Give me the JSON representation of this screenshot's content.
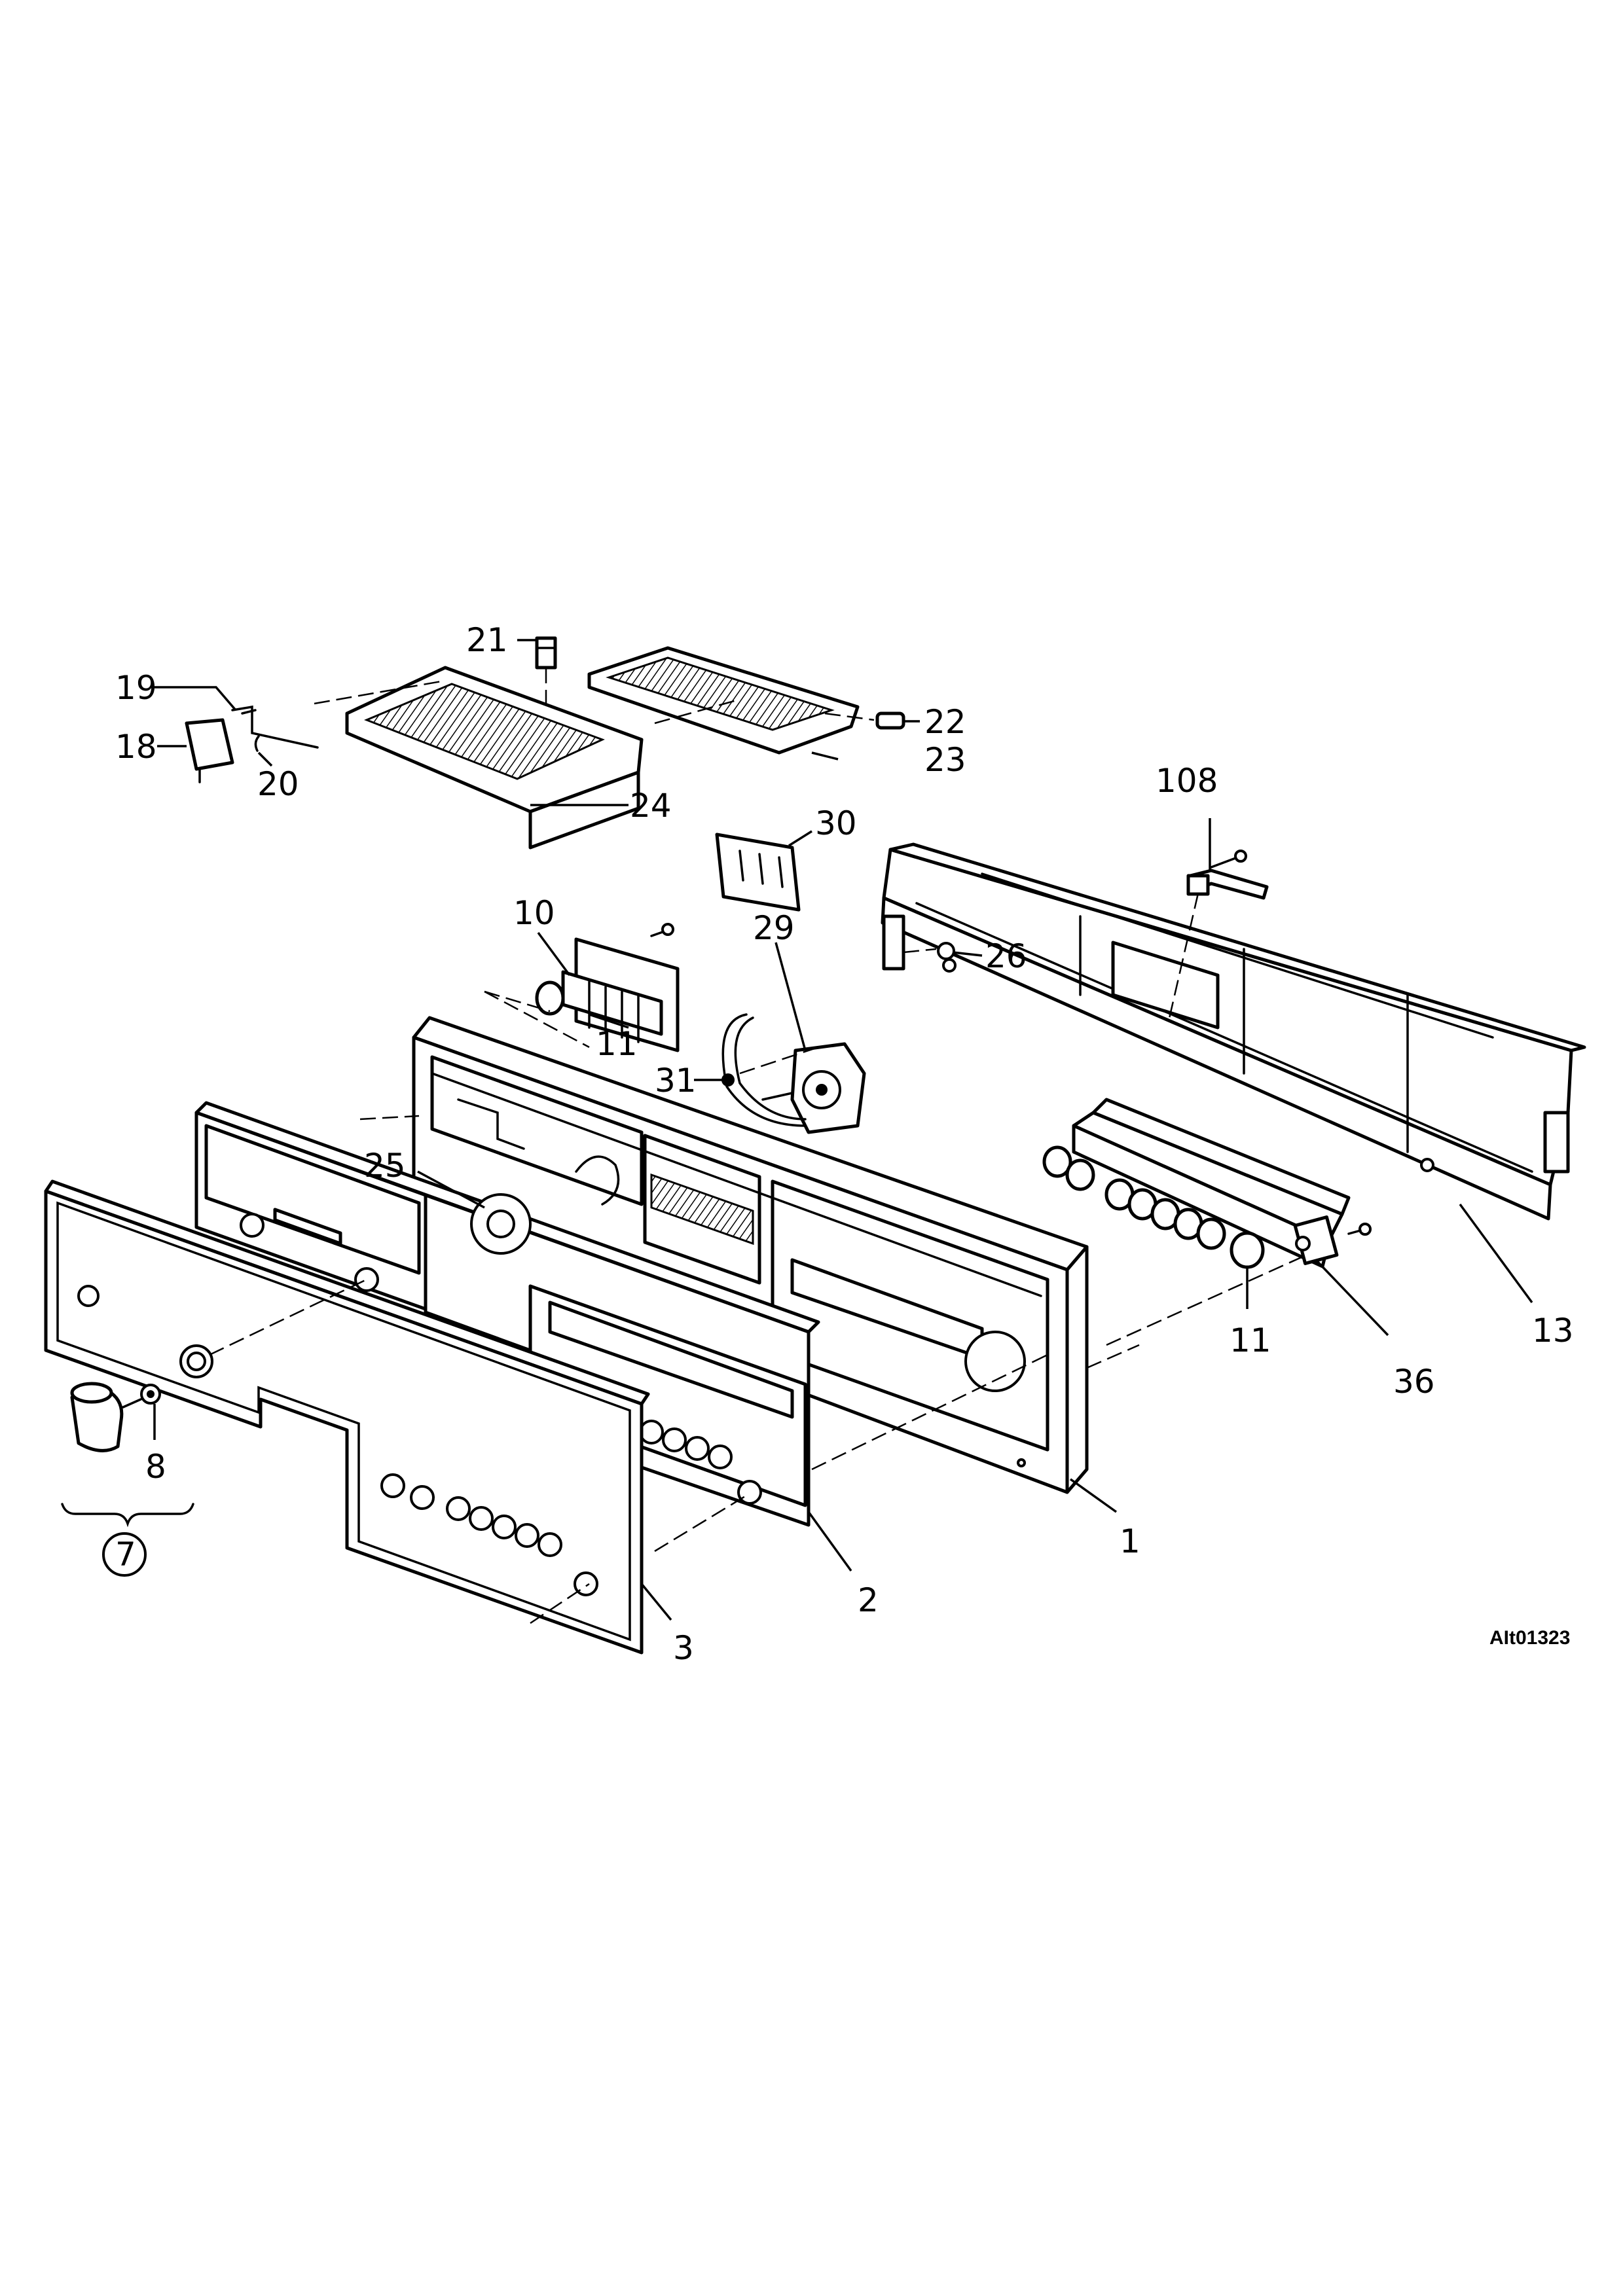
{
  "diagram": {
    "figure_code": "AIt01323",
    "labels": {
      "l1": "1",
      "l2": "2",
      "l3": "3",
      "l7": "7",
      "l8": "8",
      "l10": "10",
      "l11a": "11",
      "l11b": "11",
      "l13": "13",
      "l18": "18",
      "l19": "19",
      "l20": "20",
      "l21": "21",
      "l22": "22",
      "l23": "23",
      "l24": "24",
      "l25": "25",
      "l26": "26",
      "l29": "29",
      "l30": "30",
      "l31": "31",
      "l36": "36",
      "l108": "108"
    }
  }
}
